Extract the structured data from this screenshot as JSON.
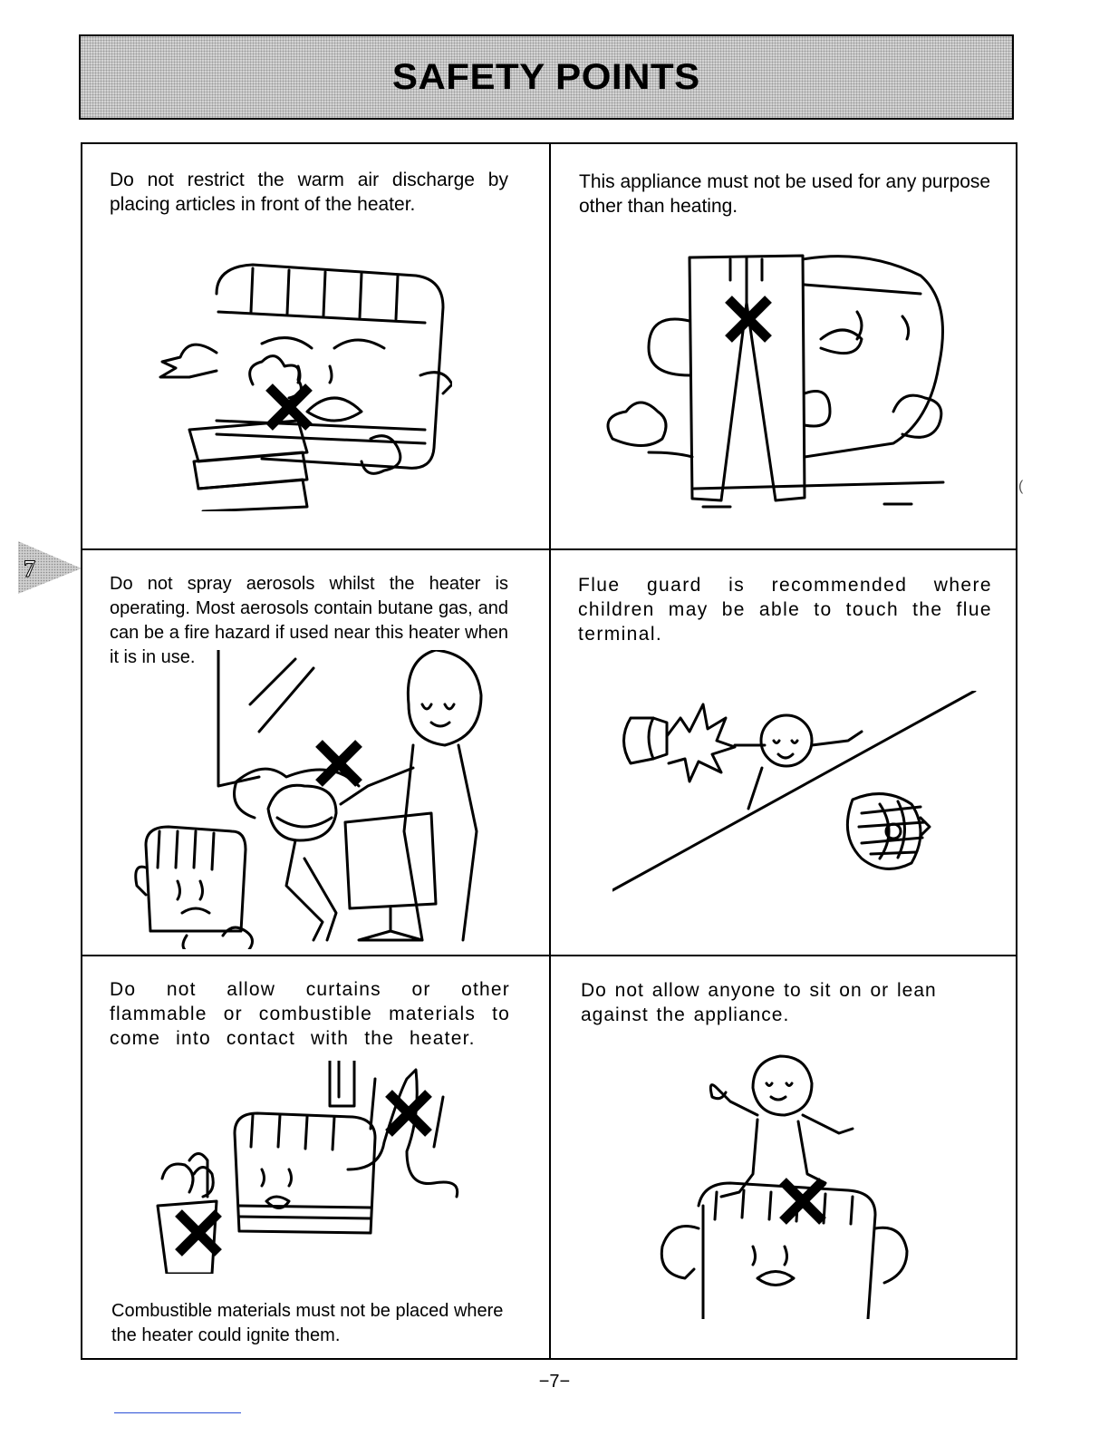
{
  "header": {
    "title": "SAFETY POINTS"
  },
  "side_tab": {
    "number": "7"
  },
  "cells": [
    {
      "text": "Do not restrict the warm air discharge by placing articles in front of the heater.",
      "illustration": "heater-blocked-by-books"
    },
    {
      "text": "This appliance must not be used for any purpose other than heating.",
      "illustration": "heater-drying-trousers"
    },
    {
      "text": "Do not spray aerosols whilst the heater is operating. Most aerosols contain butane gas, and can be a fire hazard if used near this heater when it is in use.",
      "illustration": "hairdresser-spraying-near-heater"
    },
    {
      "text": "Flue guard is recommended where children may be able to touch the flue terminal.",
      "illustration": "child-touching-flue-terminal"
    },
    {
      "text": "Do not allow curtains or other flammable or combustible materials to come into contact with the heater.",
      "caption": "Combustible materials must not be placed where the heater could ignite them.",
      "illustration": "heater-with-curtain"
    },
    {
      "text": "Do not allow anyone to sit on or lean against the appliance.",
      "illustration": "child-sitting-on-heater"
    }
  ],
  "footer": {
    "page_number": "−7−"
  }
}
